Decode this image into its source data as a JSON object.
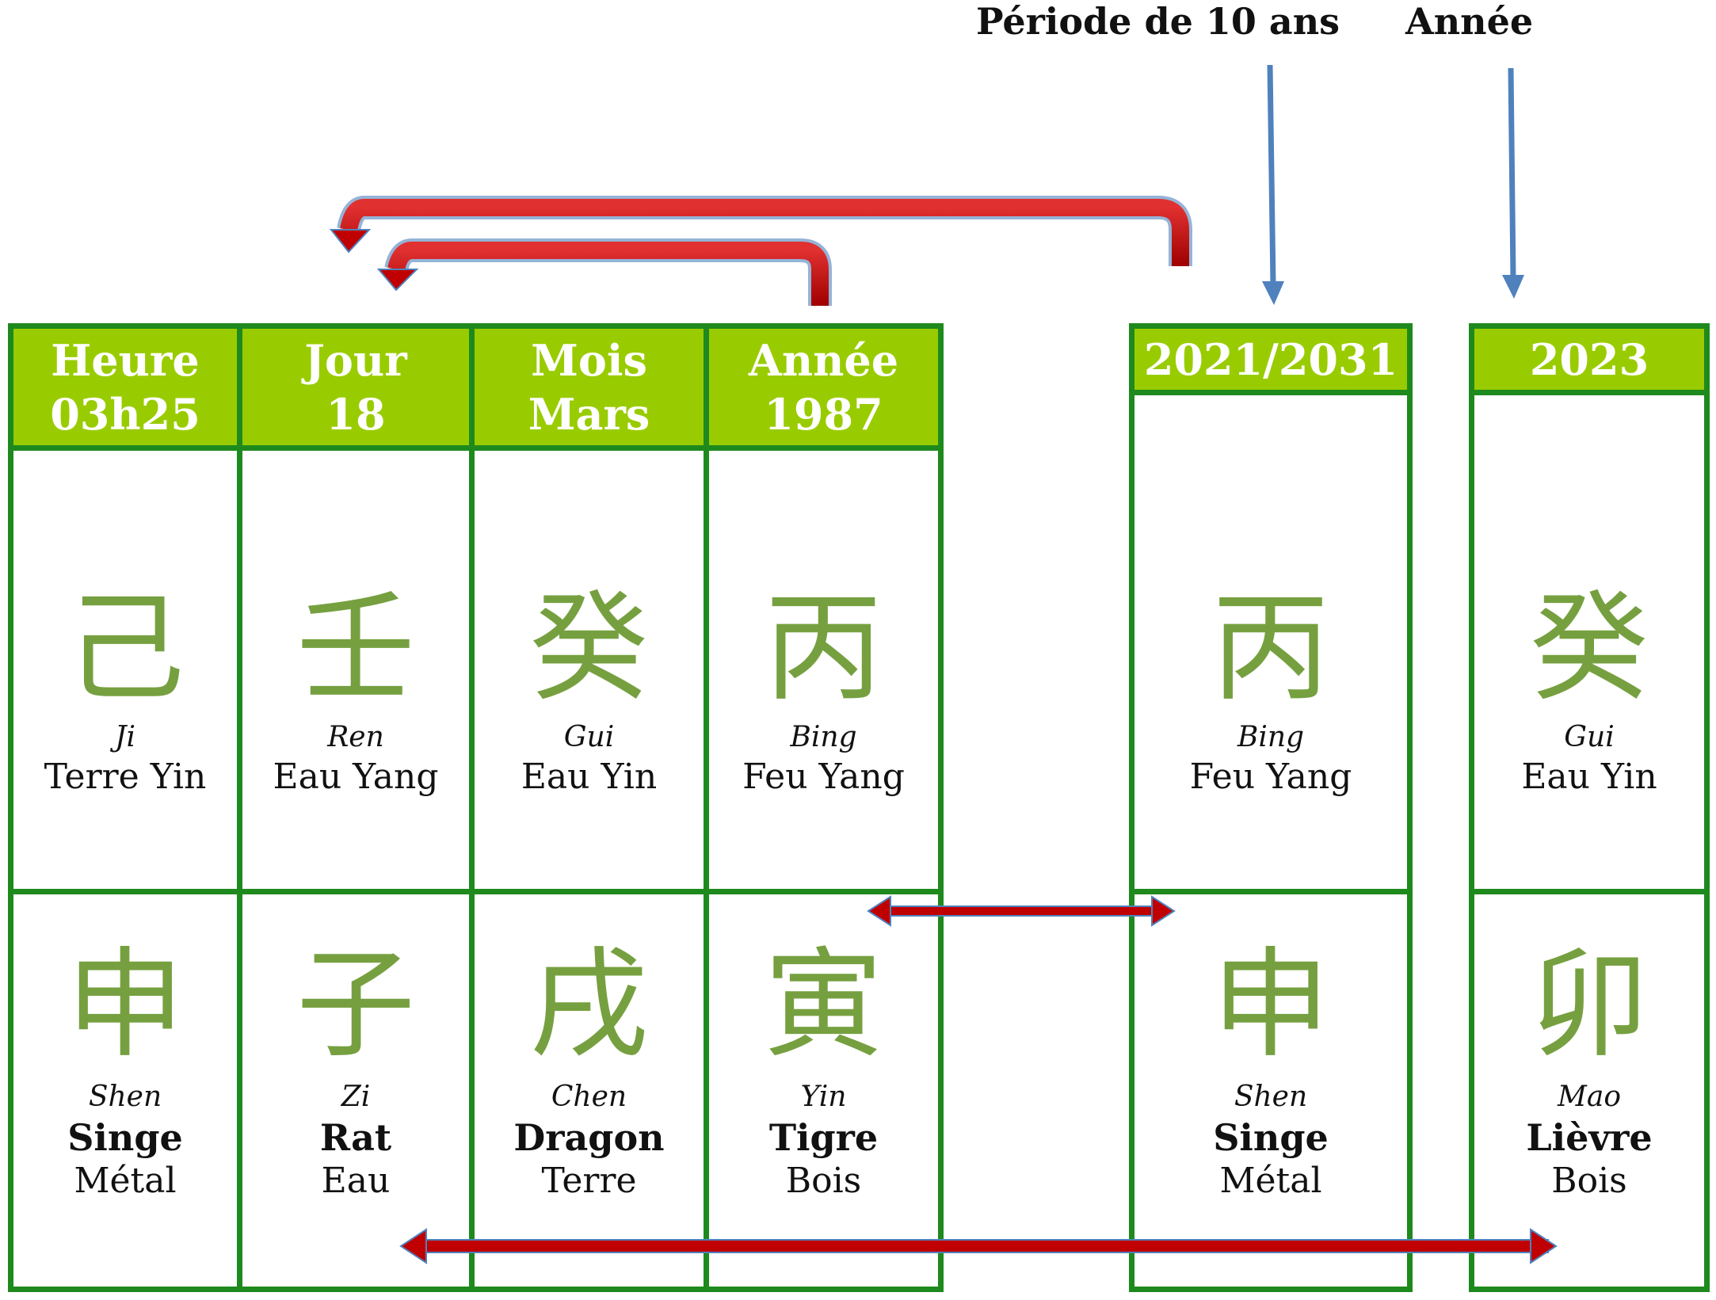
{
  "labels": {
    "periode": "Période de 10 ans",
    "annee": "Année"
  },
  "columns": [
    {
      "header1": "Heure",
      "header2": "03h25",
      "stem_glyph": "己",
      "stem_pinyin": "Ji",
      "stem_element": "Terre Yin",
      "branch_glyph": "申",
      "branch_pinyin": "Shen",
      "branch_animal": "Singe",
      "branch_element": "Métal"
    },
    {
      "header1": "Jour",
      "header2": "18",
      "stem_glyph": "壬",
      "stem_pinyin": "Ren",
      "stem_element": "Eau Yang",
      "branch_glyph": "子",
      "branch_pinyin": "Zi",
      "branch_animal": "Rat",
      "branch_element": "Eau"
    },
    {
      "header1": "Mois",
      "header2": "Mars",
      "stem_glyph": "癸",
      "stem_pinyin": "Gui",
      "stem_element": "Eau Yin",
      "branch_glyph": "戌",
      "branch_pinyin": "Chen",
      "branch_animal": "Dragon",
      "branch_element": "Terre"
    },
    {
      "header1": "Année",
      "header2": "1987",
      "stem_glyph": "丙",
      "stem_pinyin": "Bing",
      "stem_element": "Feu Yang",
      "branch_glyph": "寅",
      "branch_pinyin": "Yin",
      "branch_animal": "Tigre",
      "branch_element": "Bois"
    },
    {
      "header1": "2021/2031",
      "header2": "",
      "stem_glyph": "丙",
      "stem_pinyin": "Bing",
      "stem_element": "Feu Yang",
      "branch_glyph": "申",
      "branch_pinyin": "Shen",
      "branch_animal": "Singe",
      "branch_element": "Métal"
    },
    {
      "header1": "2023",
      "header2": "",
      "stem_glyph": "癸",
      "stem_pinyin": "Gui",
      "stem_element": "Eau Yin",
      "branch_glyph": "卯",
      "branch_pinyin": "Mao",
      "branch_animal": "Lièvre",
      "branch_element": "Bois"
    }
  ],
  "colors": {
    "border": "#1e8a1e",
    "header_bg": "#99cc00",
    "glyph": "#76a040",
    "arrow_red": "#c00000",
    "arrow_blue": "#4f81bd"
  }
}
